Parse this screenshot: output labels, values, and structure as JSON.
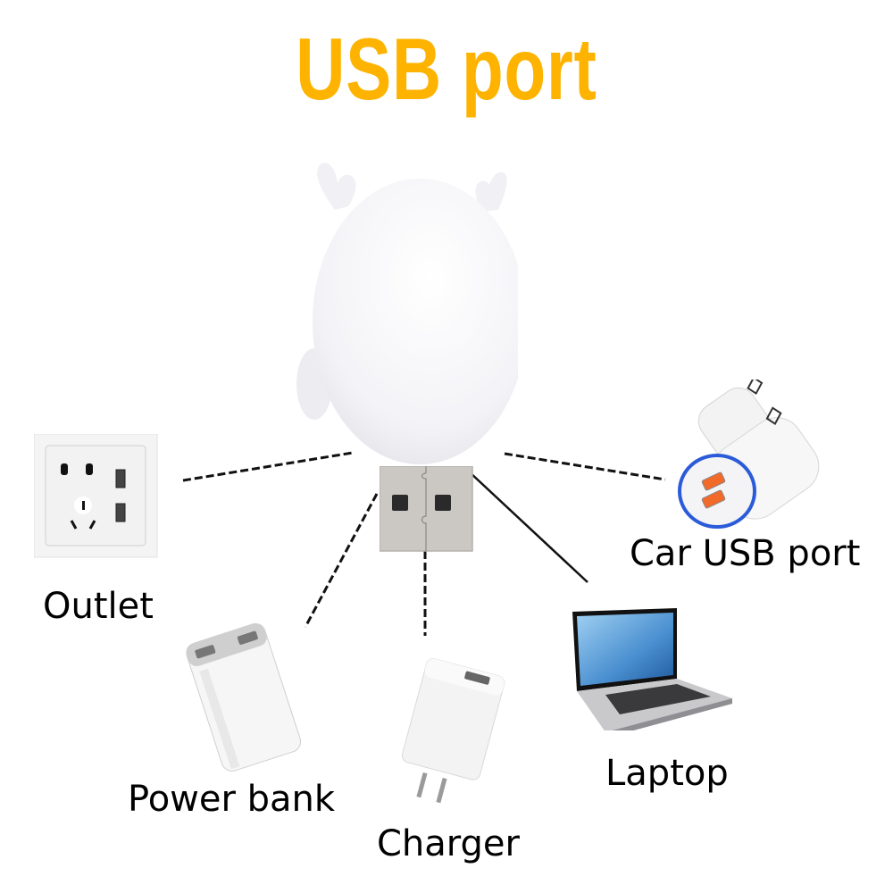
{
  "title": "USB port",
  "colors": {
    "title": "#FDB300",
    "text": "#000000",
    "background": "#FFFFFF",
    "car_ring": "#2B5BD8",
    "car_port": "#F26A2A",
    "usb_plug": "#C9C6C1"
  },
  "product": {
    "name": "deer-night-light",
    "connector": "usb-a-plug"
  },
  "devices": [
    {
      "id": "outlet",
      "label": "Outlet",
      "icon": "wall-outlet-icon"
    },
    {
      "id": "power-bank",
      "label": "Power bank",
      "icon": "power-bank-icon"
    },
    {
      "id": "charger",
      "label": "Charger",
      "icon": "wall-charger-icon"
    },
    {
      "id": "laptop",
      "label": "Laptop",
      "icon": "laptop-icon"
    },
    {
      "id": "car-usb-port",
      "label": "Car USB port",
      "icon": "car-charger-icon"
    }
  ]
}
